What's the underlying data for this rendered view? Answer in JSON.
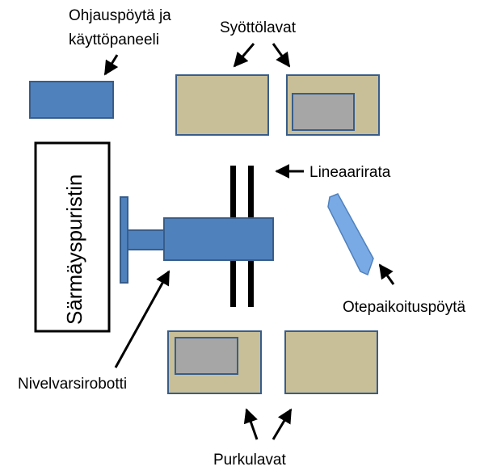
{
  "labels": {
    "control_panel_line1": "Ohjauspöytä ja",
    "control_panel_line2": "käyttöpaneeli",
    "feed_pallets": "Syöttölavat",
    "linear_track": "Lineaarirata",
    "press_brake": "Särmäyspuristin",
    "robot": "Nivelvarsirobotti",
    "gripping_table": "Otepaikoituspöytä",
    "unload_pallets": "Purkulavat"
  },
  "colors": {
    "pallet_fill": "#c8be98",
    "sheet_fill": "#a6a6a6",
    "robot_fill": "#4f81bd",
    "robot_stroke": "#385d8a",
    "table_fill": "#7aaae6",
    "rail": "#000000",
    "outline": "#000000"
  }
}
